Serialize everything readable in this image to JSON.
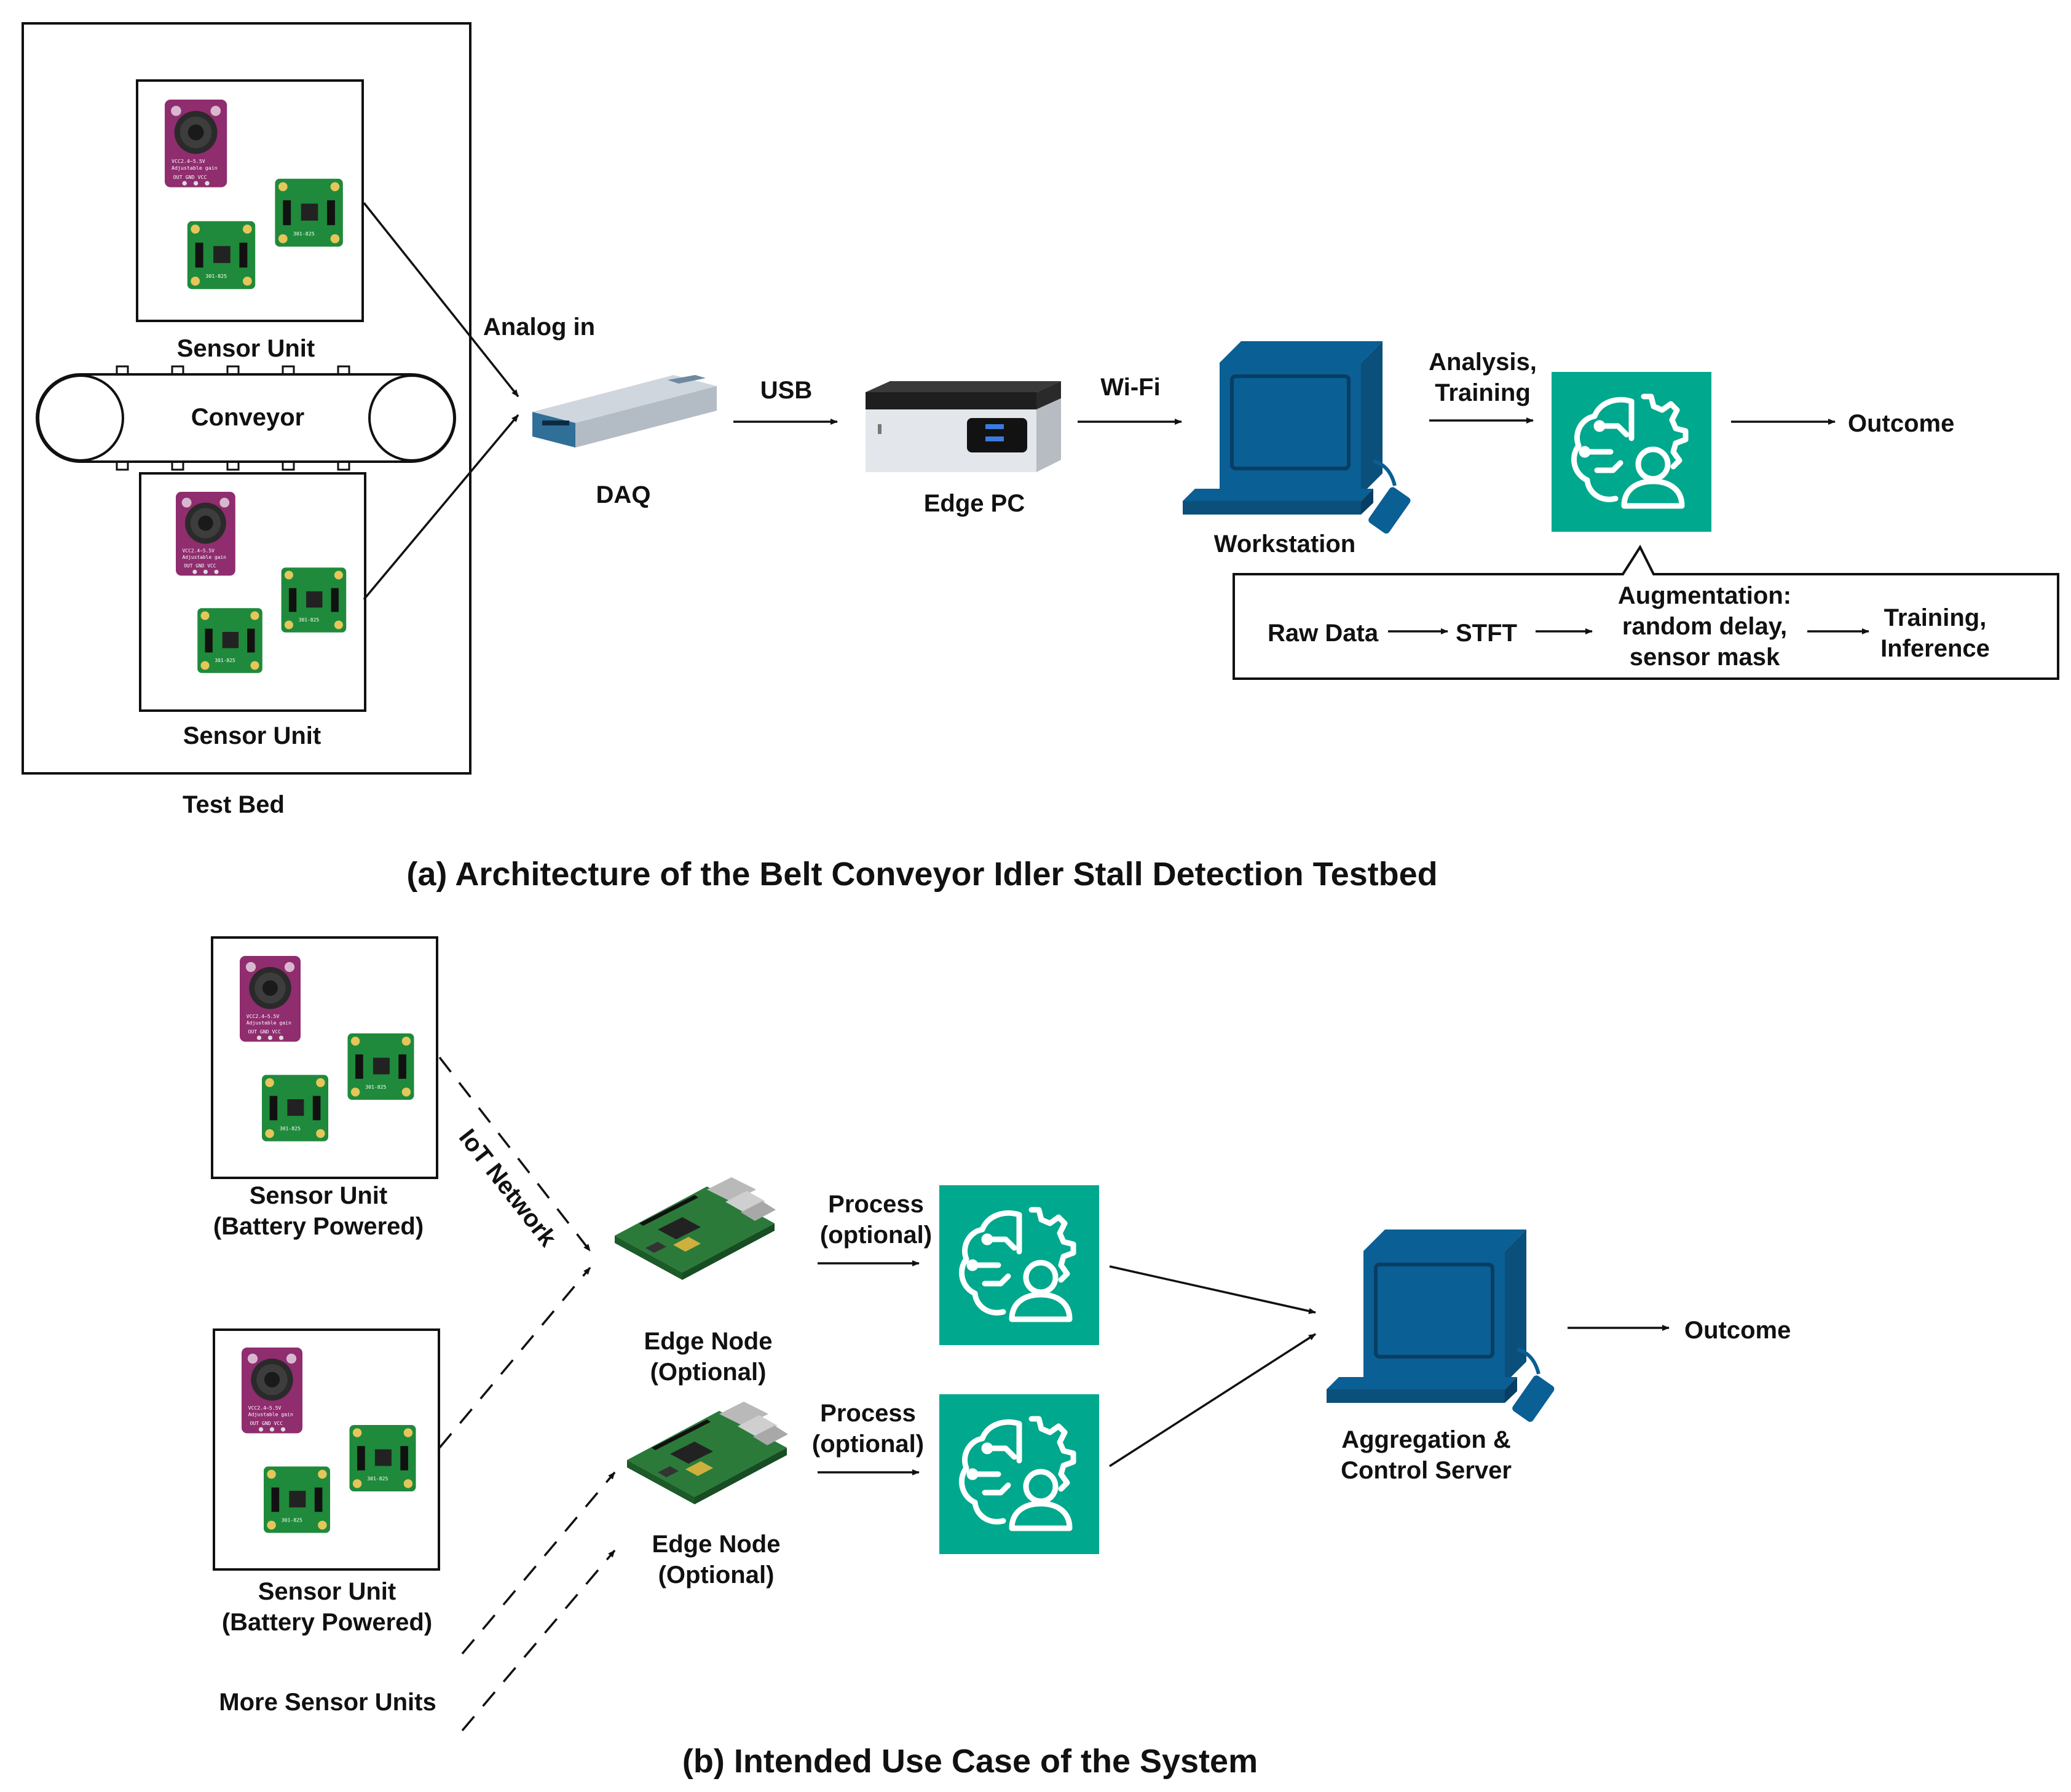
{
  "colors": {
    "ai_teal": "#00a88e",
    "computer_blue": "#0a5f94",
    "sensor_purple": "#8f2d6e",
    "sensor_green": "#1f8a3b",
    "line": "#111111"
  },
  "icons": {
    "sensor_board": "sensor-board-icon",
    "daq_device": "daq-device-icon",
    "edge_pc": "mini-pc-icon",
    "workstation": "desktop-computer-icon",
    "ai_model": "brain-gear-person-icon",
    "edge_node": "raspberry-pi-board-icon"
  },
  "part_a": {
    "caption": "(a) Architecture of the Belt Conveyor Idler Stall Detection Testbed",
    "testbed_label": "Test Bed",
    "sensor_unit_top": "Sensor Unit",
    "sensor_unit_bottom": "Sensor Unit",
    "conveyor": "Conveyor",
    "analog_in": "Analog in",
    "daq": "DAQ",
    "usb": "USB",
    "edge_pc": "Edge PC",
    "wifi": "Wi-Fi",
    "workstation": "Workstation",
    "analysis_line1": "Analysis,",
    "analysis_line2": "Training",
    "outcome": "Outcome",
    "pipeline": {
      "raw_data": "Raw Data",
      "stft": "STFT",
      "aug_line1": "Augmentation:",
      "aug_line2": "random delay,",
      "aug_line3": "sensor mask",
      "train_line1": "Training,",
      "train_line2": "Inference"
    }
  },
  "part_b": {
    "caption": "(b) Intended Use Case of the System",
    "sensor1_line1": "Sensor Unit",
    "sensor1_line2": "(Battery Powered)",
    "sensor2_line1": "Sensor Unit",
    "sensor2_line2": "(Battery Powered)",
    "more_sensors": "More Sensor Units",
    "iot_network": "IoT Network",
    "edge1_line1": "Edge Node",
    "edge1_line2": "(Optional)",
    "edge2_line1": "Edge Node",
    "edge2_line2": "(Optional)",
    "process1_line1": "Process",
    "process1_line2": "(optional)",
    "process2_line1": "Process",
    "process2_line2": "(optional)",
    "server_line1": "Aggregation  &",
    "server_line2": "Control Server",
    "outcome": "Outcome"
  },
  "chip_texts": {
    "mic_board": "VCC2.4~5.5V",
    "mic_gain": "Adjustable gain",
    "mic_pins": "OUT GND VCC",
    "accel_board": "301-825"
  }
}
